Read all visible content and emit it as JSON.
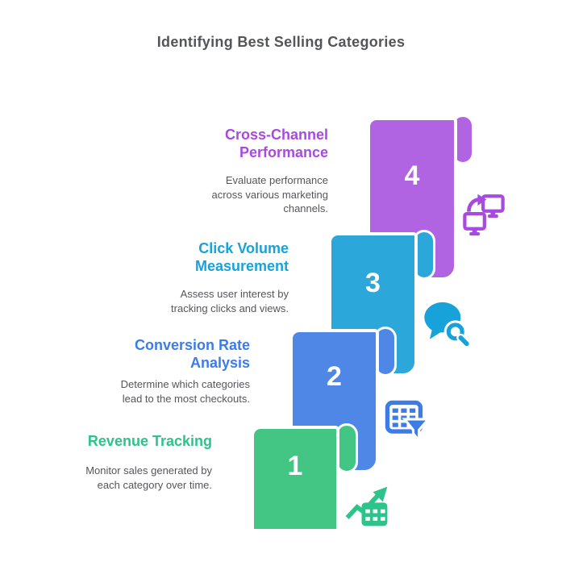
{
  "title": "Identifying Best Selling Categories",
  "title_color": "#545559",
  "body_text_color": "#55565a",
  "steps": [
    {
      "number": "1",
      "heading": "Revenue Tracking",
      "description": "Monitor sales generated by\neach category over time.",
      "scroll_color": "#43c684",
      "accent_color": "#2cc48a",
      "icon": "growth-chart-icon"
    },
    {
      "number": "2",
      "heading": "Conversion Rate\nAnalysis",
      "description": "Determine which categories\nlead to the most checkouts.",
      "scroll_color": "#4f87e6",
      "accent_color": "#3d7ce8",
      "icon": "table-filter-icon"
    },
    {
      "number": "3",
      "heading": "Click Volume\nMeasurement",
      "description": "Assess user interest by\ntracking clicks and views.",
      "scroll_color": "#2ba7da",
      "accent_color": "#17a3da",
      "icon": "chat-search-icon"
    },
    {
      "number": "4",
      "heading": "Cross-Channel\nPerformance",
      "description": "Evaluate performance\nacross various marketing\nchannels.",
      "scroll_color": "#b164e2",
      "accent_color": "#a84ae2",
      "icon": "connected-devices-icon"
    }
  ]
}
